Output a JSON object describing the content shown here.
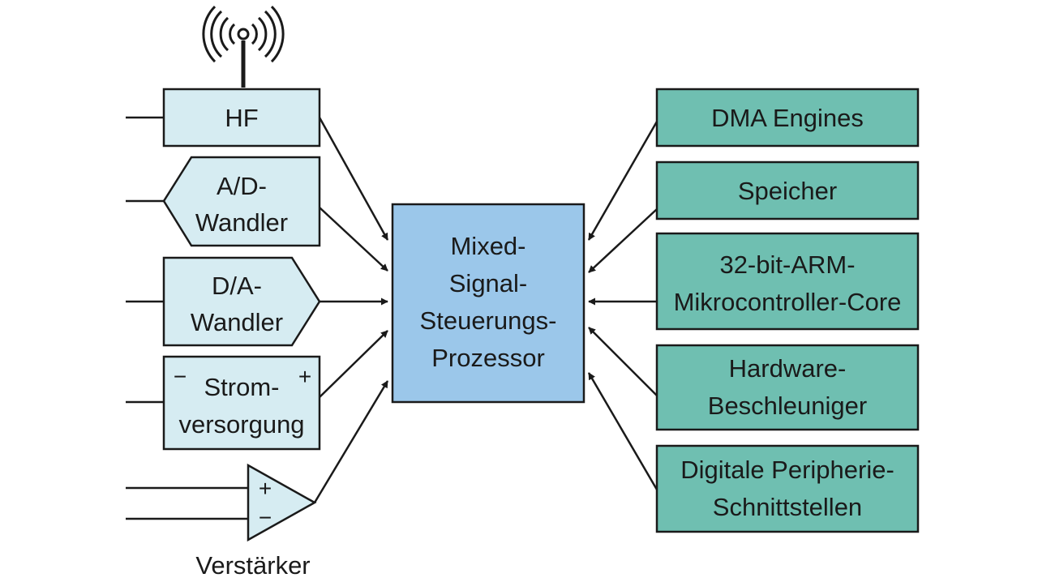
{
  "colors": {
    "left_fill": "#d6ecf2",
    "center_fill": "#9bc7ea",
    "right_fill": "#6fbfb1",
    "stroke": "#1a1a1a"
  },
  "left": {
    "hf": "HF",
    "adc_line1": "A/D-",
    "adc_line2": "Wandler",
    "dac_line1": "D/A-",
    "dac_line2": "Wandler",
    "power_line1": "Strom-",
    "power_line2": "versorgung",
    "power_minus": "−",
    "power_plus": "+",
    "amp_plus": "+",
    "amp_minus": "−",
    "amp_label": "Verstärker"
  },
  "center": {
    "line1": "Mixed-",
    "line2": "Signal-",
    "line3": "Steuerungs-",
    "line4": "Prozessor"
  },
  "right": {
    "dma": "DMA Engines",
    "memory": "Speicher",
    "core_line1": "32-bit-ARM-",
    "core_line2": "Mikrocontroller-Core",
    "accel_line1": "Hardware-",
    "accel_line2": "Beschleuniger",
    "periph_line1": "Digitale Peripherie-",
    "periph_line2": "Schnittstellen"
  }
}
